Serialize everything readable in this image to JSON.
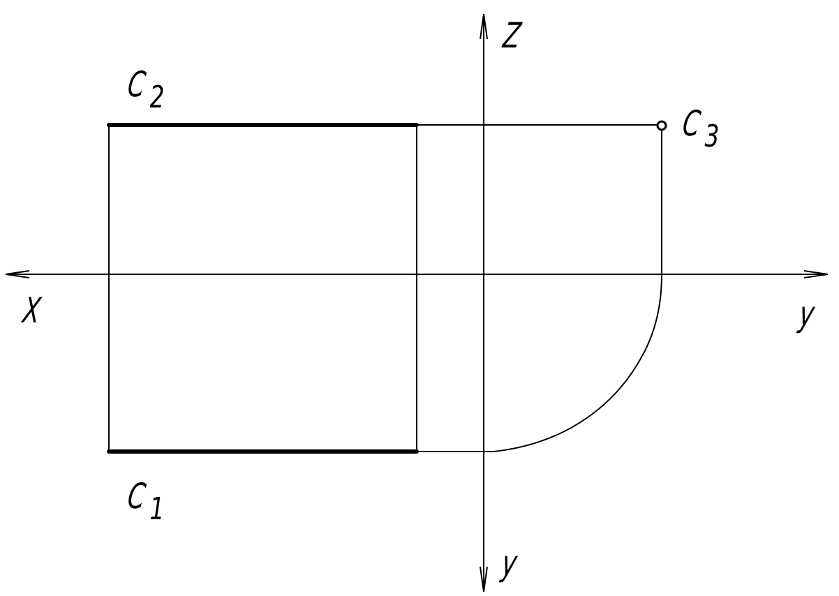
{
  "labels": {
    "x_axis": "X",
    "y_axis_horizontal": "y",
    "y_axis_vertical": "y",
    "z_axis": "Z",
    "c1": {
      "base": "C",
      "sub": "1"
    },
    "c2": {
      "base": "C",
      "sub": "2"
    },
    "c3": {
      "base": "C",
      "sub": "3"
    }
  },
  "colors": {
    "line": "#000000",
    "background": "#ffffff"
  }
}
